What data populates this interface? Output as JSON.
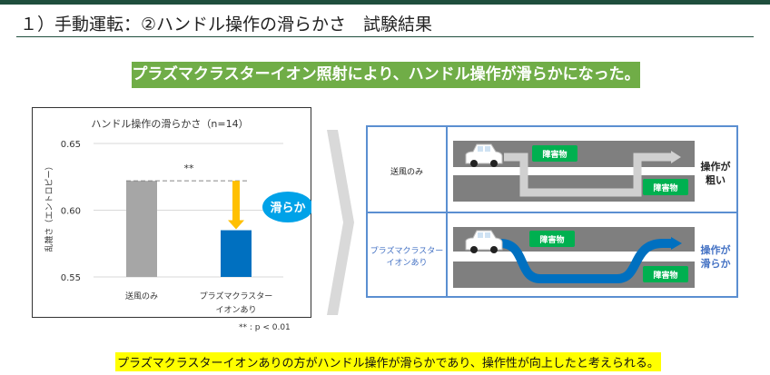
{
  "header": {
    "title": "１）手動運転：②ハンドル操作の滑らかさ　試験結果"
  },
  "banner": "プラズマクラスターイオン照射により、ハンドル操作が滑らかになった。",
  "chart_data": {
    "type": "bar",
    "title": "ハンドル操作の滑らかさ（n=14）",
    "ylabel": "乱雑さ（エントロピー）",
    "xlabel": "",
    "categories": [
      "送風のみ",
      "プラズマクラスター\nイオンあり"
    ],
    "category_lines": [
      [
        "送風のみ"
      ],
      [
        "プラズマクラスター",
        "イオンあり"
      ]
    ],
    "values": [
      0.622,
      0.585
    ],
    "ylim": [
      0.55,
      0.65
    ],
    "yticks": [
      "0.65",
      "0.60",
      "0.55"
    ],
    "colors": [
      "#a6a6a6",
      "#0070c0"
    ],
    "significance": "**",
    "callout": "滑らか",
    "note": "** : p < 0.01"
  },
  "table": {
    "rows": [
      {
        "label": "送風のみ",
        "obstacle": "障害物",
        "result": [
          "操作が",
          "粗い"
        ]
      },
      {
        "label": [
          "プラズマクラスター",
          "イオンあり"
        ],
        "obstacle": "障害物",
        "result": [
          "操作が",
          "滑らか"
        ]
      }
    ]
  },
  "conclusion": "プラズマクラスターイオンありの方がハンドル操作が滑らかであり、操作性が向上したと考えられる。"
}
